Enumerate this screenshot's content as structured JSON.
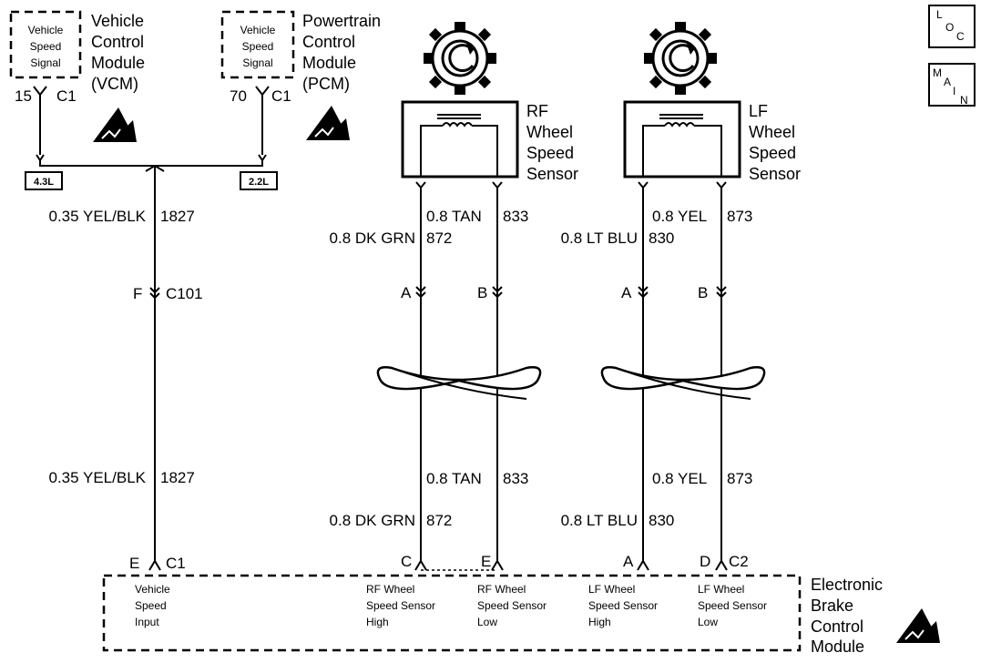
{
  "vcm": {
    "box": [
      "Vehicle",
      "Speed",
      "Signal"
    ],
    "title": [
      "Vehicle",
      "Control",
      "Module",
      "(VCM)"
    ],
    "pin": "15",
    "conn": "C1"
  },
  "pcm": {
    "box": [
      "Vehicle",
      "Speed",
      "Signal"
    ],
    "title": [
      "Powertrain",
      "Control",
      "Module",
      "(PCM)"
    ],
    "pin": "70",
    "conn": "C1"
  },
  "engine_left": "4.3L",
  "engine_right": "2.2L",
  "vss_wire": {
    "color": "0.35 YEL/BLK",
    "circuit": "1827"
  },
  "inline_connector": {
    "pin": "F",
    "name": "C101"
  },
  "rf_sensor": {
    "title": [
      "RF",
      "Wheel",
      "Speed",
      "Sensor"
    ],
    "wire_high": {
      "color": "0.8  DK GRN",
      "circuit": "872"
    },
    "wire_low": {
      "color": "0.8 TAN",
      "circuit": "833"
    },
    "pin_a": "A",
    "pin_b": "B"
  },
  "lf_sensor": {
    "title": [
      "LF",
      "Wheel",
      "Speed",
      "Sensor"
    ],
    "wire_high": {
      "color": "0.8 LT BLU",
      "circuit": "830"
    },
    "wire_low": {
      "color": "0.8 YEL",
      "circuit": "873"
    },
    "pin_a": "A",
    "pin_b": "B"
  },
  "ebcm": {
    "title": [
      "Electronic",
      "Brake",
      "Control",
      "Module"
    ],
    "pins": {
      "vss": "E",
      "vss_conn": "C1",
      "rf_high": "C",
      "rf_low": "E",
      "lf_high": "A",
      "lf_low": "D",
      "lf_conn": "C2"
    },
    "inputs": {
      "vss": [
        "Vehicle",
        "Speed",
        "Input"
      ],
      "rf_high": [
        "RF Wheel",
        "Speed Sensor",
        "High"
      ],
      "rf_low": [
        "RF Wheel",
        "Speed Sensor",
        "Low"
      ],
      "lf_high": [
        "LF Wheel",
        "Speed Sensor",
        "High"
      ],
      "lf_low": [
        "LF Wheel",
        "Speed Sensor",
        "Low"
      ]
    }
  },
  "nav": {
    "loc": [
      "L",
      "O",
      "C"
    ],
    "main": [
      "M",
      "A",
      "I",
      "N"
    ]
  }
}
